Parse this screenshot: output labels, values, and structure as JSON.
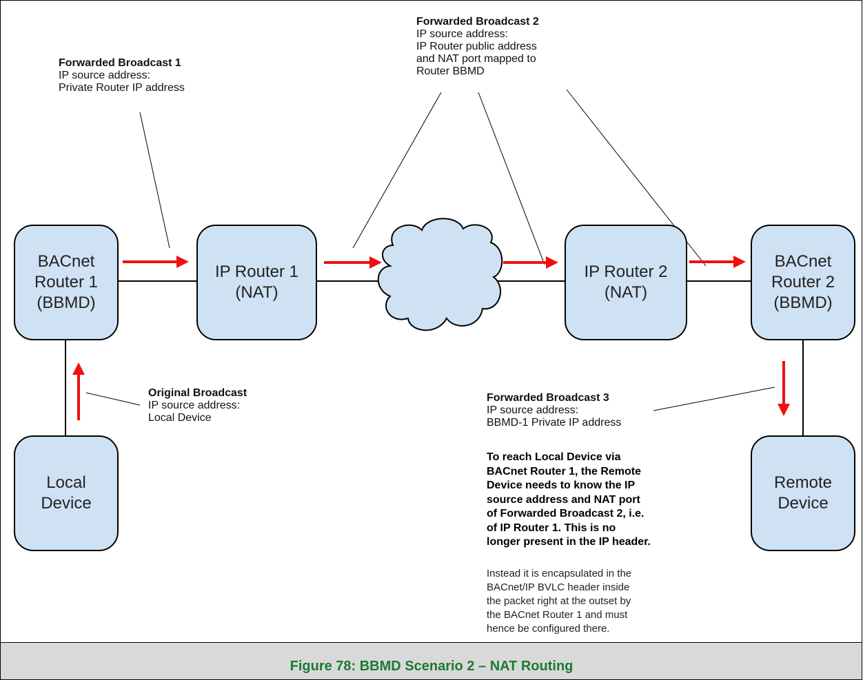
{
  "nodes": {
    "bacnet_router_1": "BACnet\nRouter 1\n(BBMD)",
    "ip_router_1": "IP Router 1\n(NAT)",
    "ip_router_2": "IP Router 2\n(NAT)",
    "bacnet_router_2": "BACnet\nRouter 2\n(BBMD)",
    "local_device": "Local\nDevice",
    "remote_device": "Remote\nDevice"
  },
  "annotations": {
    "fb1": {
      "heading": "Forwarded Broadcast 1",
      "lines": [
        "IP source address:",
        "Private Router IP address"
      ]
    },
    "fb2": {
      "heading": "Forwarded Broadcast 2",
      "lines": [
        "IP source address:",
        "IP Router public address",
        "and NAT port mapped to",
        "Router BBMD"
      ]
    },
    "orig": {
      "heading": "Original Broadcast",
      "lines": [
        "IP source address:",
        "Local Device"
      ]
    },
    "fb3": {
      "heading": "Forwarded Broadcast 3",
      "lines": [
        "IP source address:",
        "BBMD-1 Private IP address"
      ]
    }
  },
  "bold_note": [
    "To reach Local Device via",
    "BACnet Router 1, the Remote",
    "Device needs to know the IP",
    "source address and NAT port",
    "of Forwarded Broadcast 2, i.e.",
    "of IP Router 1. This is no",
    "longer present in the IP header."
  ],
  "plain_note": [
    "Instead it is encapsulated in the",
    "BACnet/IP BVLC header inside",
    "the packet right at the outset by",
    "the BACnet Router 1 and must",
    "hence be configured there."
  ],
  "caption": "Figure 78: BBMD Scenario 2 – NAT Routing",
  "colors": {
    "node_fill": "#cfe2f3",
    "arrow": "#ee1111",
    "caption_text": "#1a7a33",
    "caption_bg": "#d9d9d9"
  }
}
